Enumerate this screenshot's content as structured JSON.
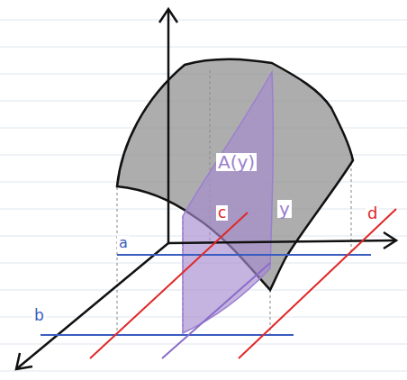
{
  "diagram": {
    "labels": [
      "A(y)",
      "a",
      "b",
      "c",
      "d",
      "y"
    ]
  }
}
